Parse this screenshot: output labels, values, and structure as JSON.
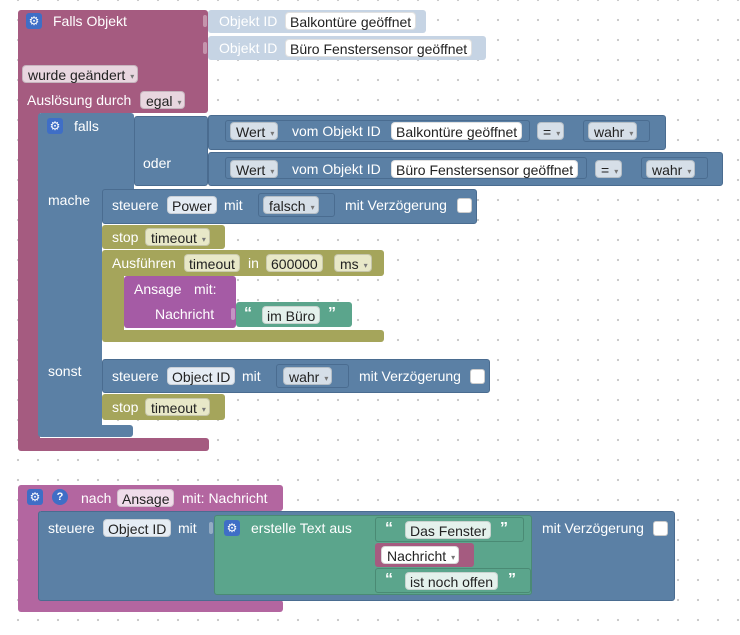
{
  "block1": {
    "title": "Falls Objekt",
    "id_label": "Objekt ID",
    "objects": [
      "Balkontüre geöffnet",
      "Büro Fenstersensor geöffnet"
    ],
    "trigger": "wurde geändert",
    "ausloesung_label": "Auslösung durch",
    "ausloesung_value": "egal",
    "if_label": "falls",
    "oder_label": "oder",
    "mache_label": "mache",
    "sonst_label": "sonst",
    "cond1": {
      "wert": "Wert",
      "vom": "vom Objekt ID",
      "object": "Balkontüre geöffnet",
      "op": "=",
      "value": "wahr"
    },
    "cond2": {
      "wert": "Wert",
      "vom": "vom Objekt ID",
      "object": "Büro Fenstersensor geöffnet",
      "op": "=",
      "value": "wahr"
    },
    "steuere1": {
      "label": "steuere",
      "target": "Power",
      "mit": "mit",
      "value": "falsch",
      "delay": "mit Verzögerung"
    },
    "stop1": {
      "label": "stop",
      "target": "timeout"
    },
    "ausfuehren": {
      "label": "Ausführen",
      "target": "timeout",
      "in": "in",
      "ms_value": "600000",
      "unit": "ms"
    },
    "ansage": {
      "label": "Ansage",
      "mit": "mit:",
      "param": "Nachricht",
      "text": "im Büro"
    },
    "steuere2": {
      "label": "steuere",
      "target": "Object ID",
      "mit": "mit",
      "value": "wahr",
      "delay": "mit Verzögerung"
    },
    "stop2": {
      "label": "stop",
      "target": "timeout"
    }
  },
  "block2": {
    "nach_label": "nach",
    "func_name": "Ansage",
    "mit_label": "mit: Nachricht",
    "steuere_label": "steuere",
    "target": "Object ID",
    "mit": "mit",
    "create_text": "erstelle Text aus",
    "text1": "Das Fenster",
    "var": "Nachricht",
    "text2": "ist noch offen",
    "delay": "mit Verzögerung"
  },
  "icons": {
    "gear": "⚙",
    "help": "?",
    "quote_open": "“",
    "quote_close": "”",
    "arrow": "▾"
  },
  "colors": {
    "event": "#a55b80",
    "logic": "#5b80a5",
    "timer": "#a5a55b",
    "text": "#5ba58c",
    "function": "#a55ba5"
  }
}
